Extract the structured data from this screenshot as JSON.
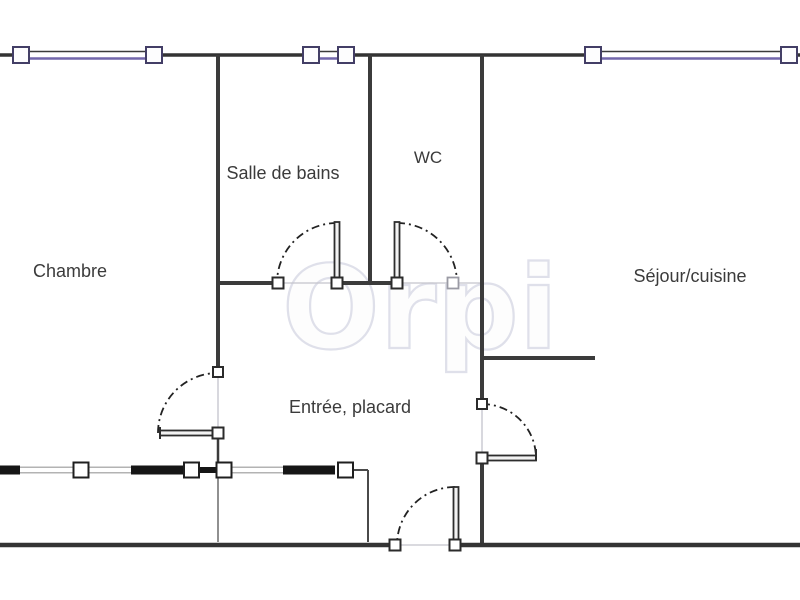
{
  "watermark": {
    "text": "Orpi"
  },
  "rooms": {
    "chambre": {
      "label": "Chambre"
    },
    "salle_de_bains": {
      "label": "Salle de bains"
    },
    "wc": {
      "label": "WC"
    },
    "sejour_cuisine": {
      "label": "Séjour/cuisine"
    },
    "entree_placard": {
      "label": "Entrée, placard"
    }
  },
  "colors": {
    "wall": "#3b3b3b",
    "window_frame": "#433e66",
    "window_glazing_accent": "#7267ab",
    "door_swing": "#222222",
    "label_text": "#3b3b3b",
    "watermark_outline": "#dfe0ea",
    "background": "#ffffff"
  }
}
